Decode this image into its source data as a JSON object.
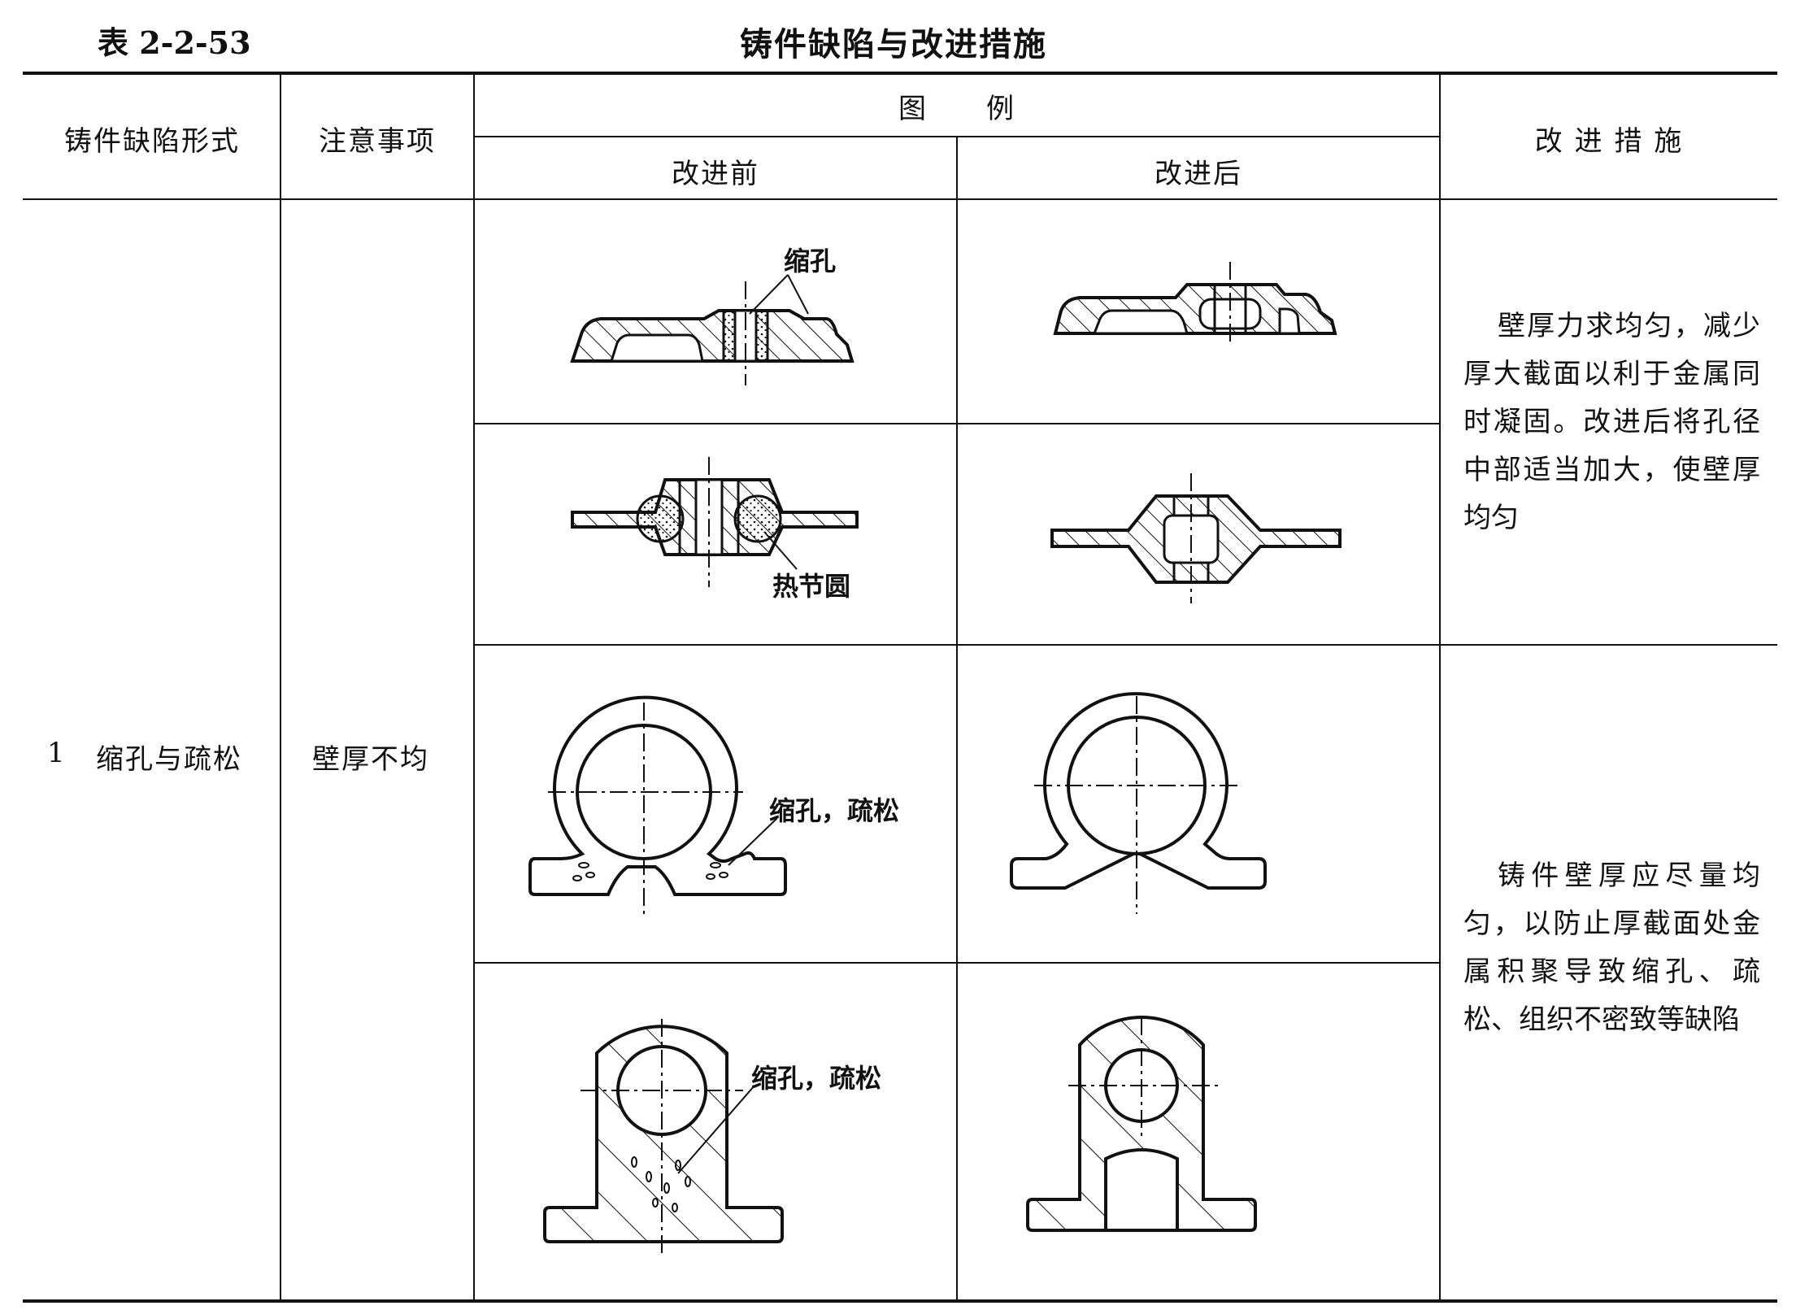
{
  "caption": {
    "number": "表 2-2-53",
    "title": "铸件缺陷与改进措施"
  },
  "header": {
    "defect_form": "铸件缺陷形式",
    "notes": "注意事项",
    "illustration": "图　　例",
    "before": "改进前",
    "after": "改进后",
    "measures": "改 进 措 施"
  },
  "row": {
    "index": "1",
    "defect": "缩孔与疏松",
    "note": "壁厚不均"
  },
  "remarks": [
    "壁厚力求均匀，减少厚大截面以利于金属同时凝固。改进后将孔径中部适当加大，使壁厚均匀",
    "铸件壁厚应尽量均匀，以防止厚截面处金属积聚导致缩孔、疏松、组织不密致等缺陷"
  ],
  "figure_labels": {
    "shrink_hole": "缩孔",
    "hot_spot_circle": "热节圆",
    "shrink_porosity_a": "缩孔，疏松",
    "shrink_porosity_b": "缩孔，疏松"
  }
}
